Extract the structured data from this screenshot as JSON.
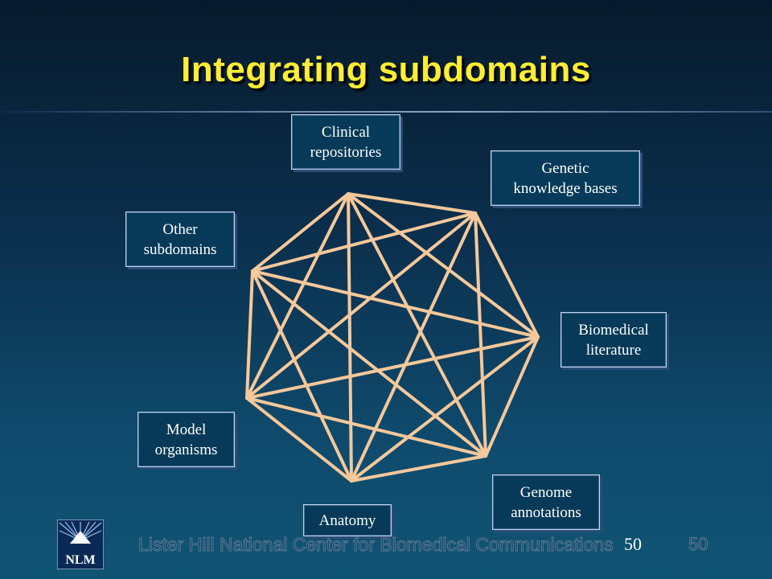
{
  "title": "Integrating subdomains",
  "nodes": {
    "clinical": "Clinical\nrepositories",
    "genetic": "Genetic\nknowledge bases",
    "other": "Other\nsubdomains",
    "biomedical": "Biomedical\nliterature",
    "model": "Model\norganisms",
    "genome": "Genome\nannotations",
    "anatomy": "Anatomy"
  },
  "footer": {
    "organization": "Lister Hill National Center for Biomedical Communications",
    "slide_number": "50",
    "slide_number_ghost": "50",
    "logo_text": "NLM"
  },
  "colors": {
    "title": "#ffee33",
    "edge": "#f6c89a",
    "background_top": "#071a2c",
    "background_bottom": "#105473"
  }
}
